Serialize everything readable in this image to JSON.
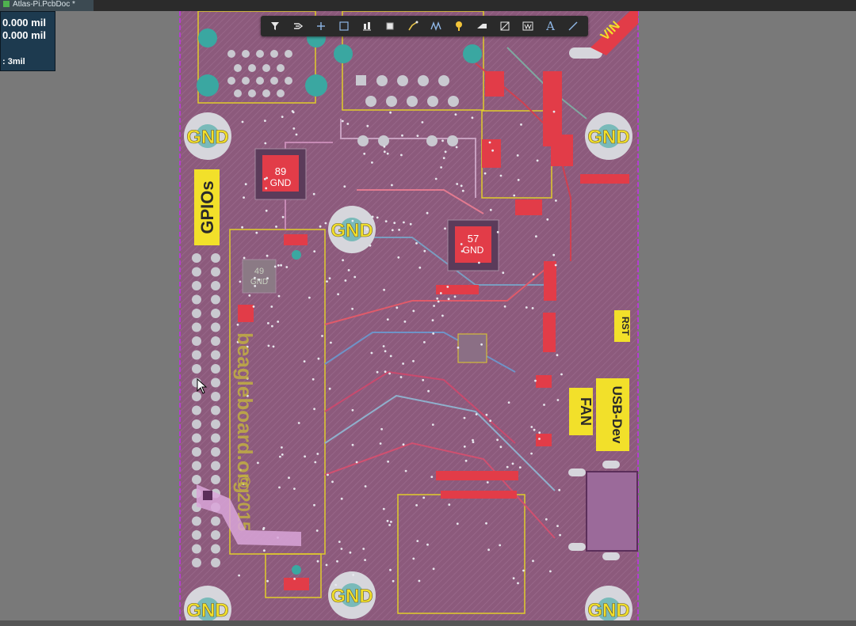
{
  "tab": {
    "title": "Atlas-Pi.PcbDoc *"
  },
  "hud": {
    "x_readout": "0.000 mil",
    "y_readout": "0.000 mil",
    "grid_readout": ": 3mil"
  },
  "toolbar": {
    "tools": [
      "filter",
      "route",
      "plus",
      "select-rect",
      "align",
      "component",
      "interactive-route",
      "diff-pair",
      "via-pin",
      "fill",
      "polygon",
      "string",
      "text",
      "line"
    ],
    "text_tool_glyph": "A"
  },
  "board": {
    "labels": {
      "gpios": "GPIOs",
      "gnd": "GND",
      "vin": "VIN",
      "rst": "RST",
      "fan": "FAN",
      "usb_dev": "USB-Dev",
      "chip_a_num": "89",
      "chip_b_num": "57",
      "chip_c_num": "49",
      "silkscreen": "beagleboard.org",
      "year": "© 2015"
    },
    "colors": {
      "board": "#8c5a7c",
      "red_copper": "#e23c48",
      "silk_yellow": "#f2e02a",
      "pad_teal": "#3aa7a1",
      "gray_pad": "#c9c9d0"
    }
  }
}
